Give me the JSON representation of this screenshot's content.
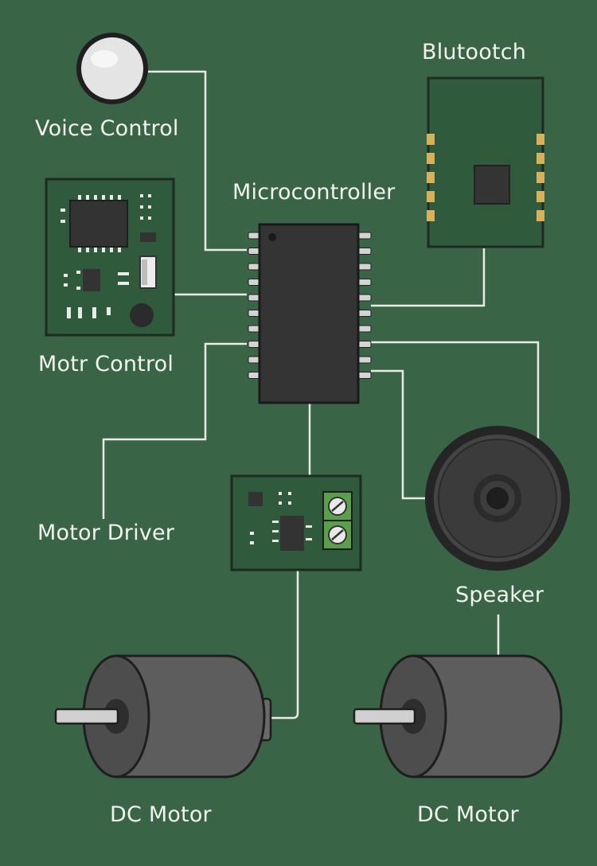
{
  "labels": {
    "voice_control": "Voice Control",
    "bluetooth": "Blutootch",
    "microcontroller": "Microcontroller",
    "motor_control": "Motr  Control",
    "motor_driver": "Motor Driver",
    "speaker": "Speaker",
    "dc_motor_left": "DC Motor",
    "dc_motor_right": "DC Motor"
  },
  "colors": {
    "background": "#3a6446",
    "board": "#2f5a3c",
    "chip": "#343434",
    "wire": "#e9ece6",
    "text": "#f1f4ef",
    "terminal": "#5aa04a",
    "pad": "#d6b25c"
  }
}
